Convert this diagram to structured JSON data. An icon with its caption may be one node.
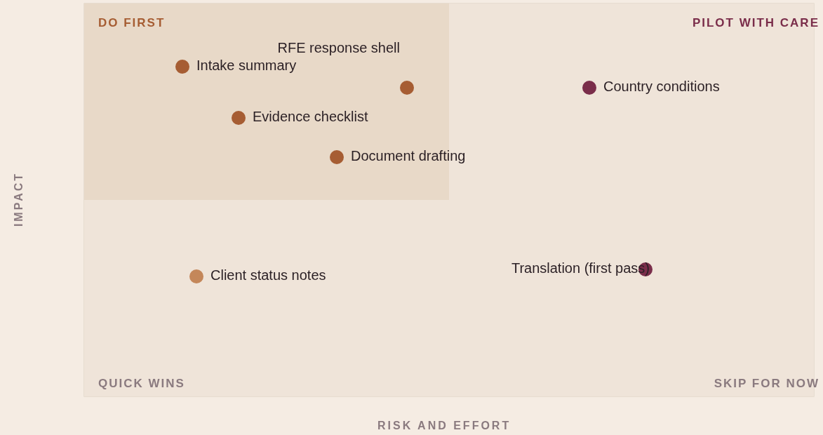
{
  "diagram": {
    "nodes": [
      {
        "text": [
          "DO FIRST"
        ]
      },
      {
        "text": [
          "RFE response shell"
        ],
        "in": 0
      },
      {
        "text": [
          "Intake summary"
        ],
        "in": 0
      },
      {
        "text": [
          "Evidence checklist"
        ],
        "in": 0
      },
      {
        "text": [
          "Document drafting"
        ],
        "in": 0
      },
      {
        "text": [
          "PILOT WITH CARE"
        ]
      },
      {
        "text": [
          "Country conditions"
        ],
        "in": 5
      },
      {
        "text": [
          "QUICK WINS"
        ]
      },
      {
        "text": [
          "Client status notes"
        ],
        "in": 7
      },
      {
        "text": [
          "SKIP FOR NOW"
        ]
      },
      {
        "text": [
          "Translation (first pass)"
        ],
        "in": 9
      }
    ],
    "edges": [],
    "labels": [
      "IMPACT",
      "RISK AND EFFORT"
    ]
  }
}
